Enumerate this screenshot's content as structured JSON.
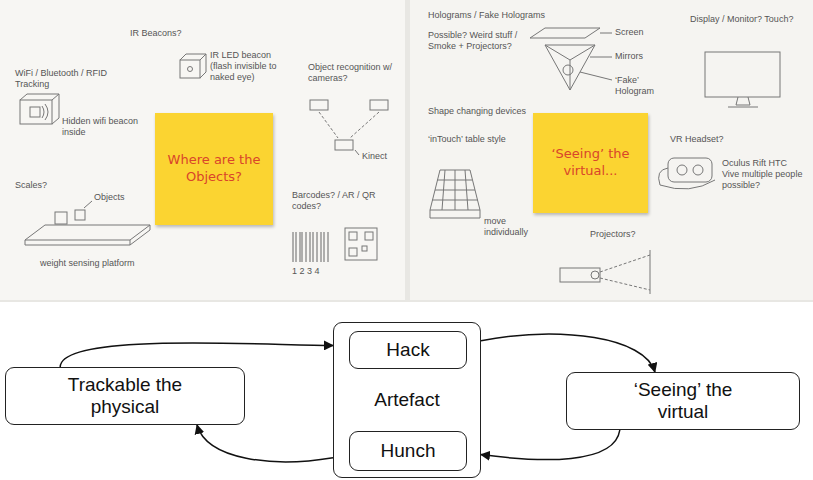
{
  "diagram": {
    "nodes": [
      {
        "text": [
          "Where are the Objects?"
        ]
      },
      {
        "text": [
          "‘Seeing’ the virtual..."
        ]
      },
      {
        "text": [
          "Trackable the physical"
        ]
      },
      {
        "text": [
          "Artefact"
        ]
      },
      {
        "text": [
          "Hack"
        ],
        "in": 3
      },
      {
        "text": [
          "Hunch"
        ],
        "in": 3
      },
      {
        "text": [
          "‘Seeing’ the virtual"
        ]
      }
    ],
    "edges": [
      {
        "from": 2,
        "to": 3,
        "arrow": "to"
      },
      {
        "from": 3,
        "to": 2,
        "arrow": "to"
      },
      {
        "from": 3,
        "to": 6,
        "arrow": "to"
      },
      {
        "from": 6,
        "to": 3,
        "arrow": "to"
      },
      {
        "from": 4,
        "to": 5,
        "arrow": "to"
      },
      {
        "from": 5,
        "to": 4,
        "arrow": "to"
      }
    ],
    "labels": [
      "IR Beacons?",
      "WiFi / Bluetooth / RFID Tracking",
      "IR LED beacon (flash invisible to naked eye)",
      "Hidden wifi beacon inside",
      "Object recognition w/ cameras?",
      "Kinect",
      "Scales?",
      "Objects",
      "weight sensing platform",
      "Barcodes? / AR / QR codes?",
      "1 2 3 4",
      "Holograms / Fake Holograms",
      "Possible? Weird stuff / Smoke + Projectors?",
      "Screen",
      "Mirrors",
      "‘Fake’ Hologram",
      "Display / Monitor? Touch?",
      "Shape changing devices",
      "‘inTouch’ table style",
      "move individually",
      "VR Headset?",
      "Oculus Rift HTC Vive multiple people possible?",
      "Projectors?"
    ]
  }
}
